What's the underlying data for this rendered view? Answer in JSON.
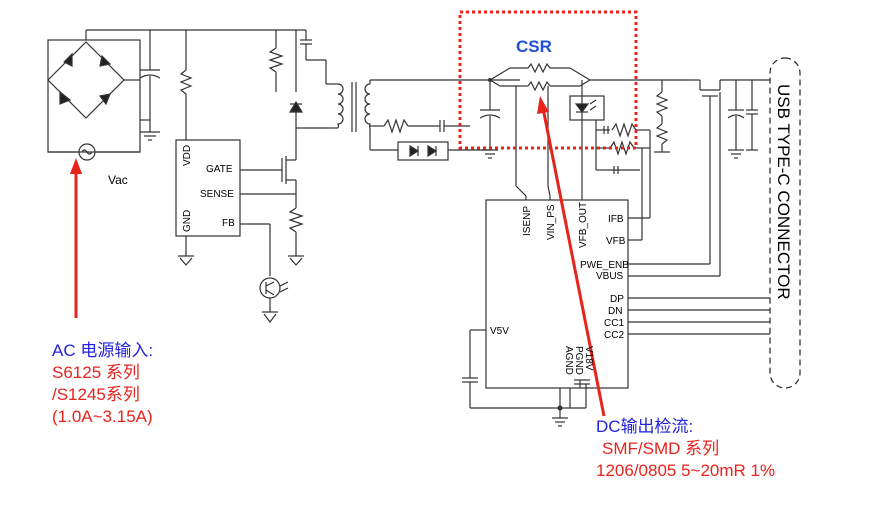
{
  "csr_label": "CSR",
  "vac_label": "Vac",
  "controller_pins": {
    "vdd": "VDD",
    "gnd": "GND",
    "gate": "GATE",
    "sense": "SENSE",
    "fb": "FB"
  },
  "pd_pins": {
    "isenp": "ISENP",
    "vin_ps": "VIN_PS",
    "vfb_out": "VFB_OUT",
    "ifb": "IFB",
    "vfb": "VFB",
    "pwe_enb": "PWE_ENB",
    "vbus": "VBUS",
    "dp": "DP",
    "dn": "DN",
    "cc1": "CC1",
    "cc2": "CC2",
    "v5v": "V5V",
    "agnd": "AGND",
    "pgnd": "PGND",
    "v18v": "V18V"
  },
  "connector_label": "USB TYPE-C CONNECTOR",
  "ac_note": {
    "line1_prefix": "AC",
    "line1_rest": " 电源输入:",
    "line2": "S6125 系列",
    "line3": "/S1245系列",
    "line4": " (1.0A~3.15A)"
  },
  "dc_note": {
    "line1_prefix": "DC",
    "line1_rest": "输出检流:",
    "line2": "SMF/SMD 系列",
    "line3": "1206/0805  5~20mR 1%"
  },
  "colors": {
    "highlight_red": "#e8231c",
    "note_blue": "#2222dd",
    "csr_blue": "#1f4fd6",
    "wire": "#333333"
  }
}
